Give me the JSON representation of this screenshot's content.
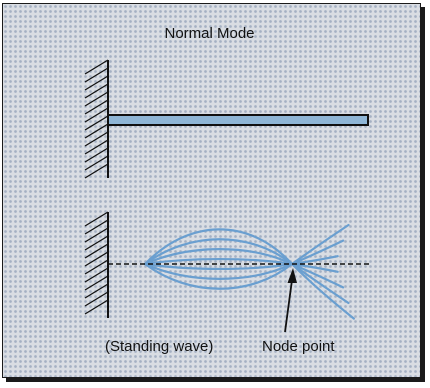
{
  "title": "Normal Mode",
  "labels": {
    "standing_wave": "(Standing wave)",
    "node_point": "Node point"
  },
  "colors": {
    "panel_bg": "#d9dde3",
    "wave": "#6a9fd0",
    "beam_fill": "#8fb6d6"
  }
}
